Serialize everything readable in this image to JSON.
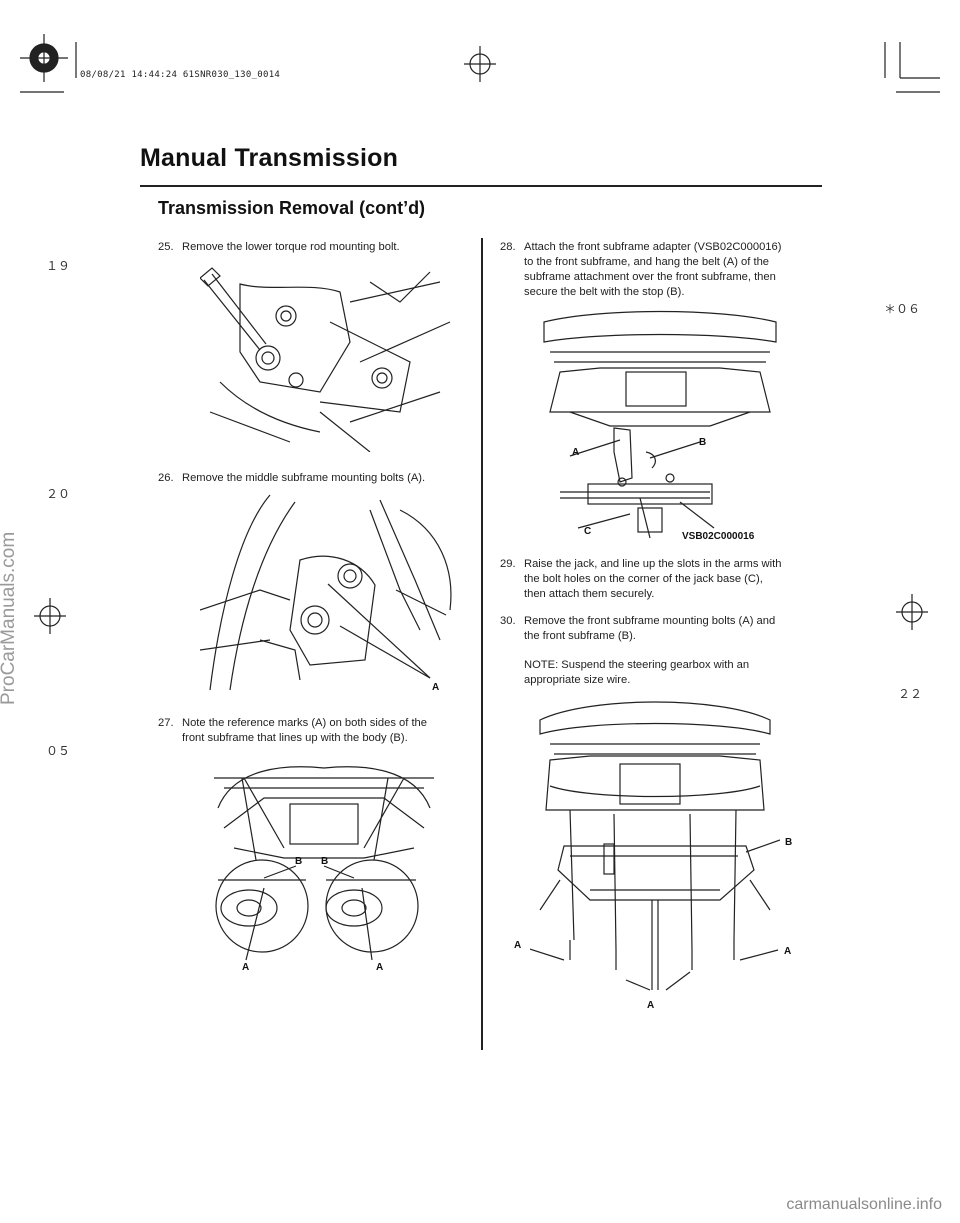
{
  "header_stamp": "08/08/21 14:44:24 61SNR030_130_0014",
  "title": "Manual Transmission",
  "subtitle": "Transmission Removal (cont’d)",
  "margin_marks": {
    "left": [
      "１９",
      "２０",
      "０５"
    ],
    "right": [
      "＊０６",
      "２２"
    ]
  },
  "steps": {
    "s25": {
      "num": "25.",
      "text": "Remove the lower torque rod mounting bolt."
    },
    "s26": {
      "num": "26.",
      "text": "Remove the middle subframe mounting bolts (A)."
    },
    "s27": {
      "num": "27.",
      "line1": "Note the reference marks (A) on both sides of the",
      "line2": "front subframe that lines up with the body (B)."
    },
    "s28": {
      "num": "28.",
      "line1": "Attach the front subframe adapter (VSB02C000016)",
      "line2": "to the front subframe, and hang the belt (A) of the",
      "line3": "subframe attachment over the front subframe, then",
      "line4": "secure the belt with the stop (B)."
    },
    "s29": {
      "num": "29.",
      "line1": "Raise the jack, and line up the slots in the arms with",
      "line2": "the bolt holes on the corner of the jack base (C),",
      "line3": "then attach them securely."
    },
    "s30": {
      "num": "30.",
      "line1": "Remove the front subframe mounting bolts (A) and",
      "line2": "the front subframe (B).",
      "note1": "NOTE: Suspend the steering gearbox with an",
      "note2": "appropriate size wire."
    }
  },
  "callouts": {
    "fig26": {
      "a": "A"
    },
    "fig27": {
      "b1": "B",
      "b2": "B",
      "a1": "A",
      "a2": "A"
    },
    "fig28": {
      "a": "A",
      "b": "B",
      "c": "C",
      "tool": "VSB02C000016"
    },
    "fig30": {
      "b": "B",
      "a_left": "A",
      "a_right": "A",
      "a_bottom": "A"
    }
  },
  "watermarks": {
    "side": "ProCarManuals.com",
    "bottom": "carmanualsonline.info"
  }
}
